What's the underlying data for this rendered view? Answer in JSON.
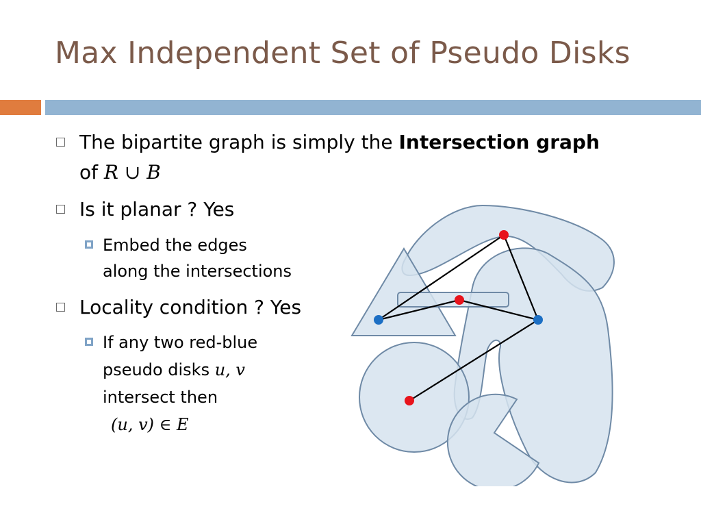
{
  "title": "Max Independent Set of Pseudo Disks",
  "bullets": [
    {
      "line1_pre": "The bipartite graph is simply the ",
      "line1_bold": "Intersection graph",
      "line2_pre": "of ",
      "math_R": "R",
      "math_union": " ∪ ",
      "math_B": "B"
    },
    {
      "text": "Is it planar ? Yes",
      "sub": {
        "line1": "Embed the edges",
        "line2": "along the intersections"
      }
    },
    {
      "text": "Locality condition ? Yes",
      "sub": {
        "line1": "If any two red-blue",
        "line2_pre": "pseudo disks ",
        "line2_math": "u, v",
        "line3": "intersect then",
        "line4_math_open": "(u, v)",
        "line4_in": " ∈ ",
        "line4_E": "E"
      }
    }
  ],
  "colors": {
    "title": "#7b5a4a",
    "orange_bar": "#e07c3e",
    "blue_bar": "#92b4d2",
    "shape_fill": "#d6e3ef",
    "shape_stroke": "#6f8aa6",
    "red_point": "#e8141c",
    "blue_point": "#1c6fc4"
  }
}
